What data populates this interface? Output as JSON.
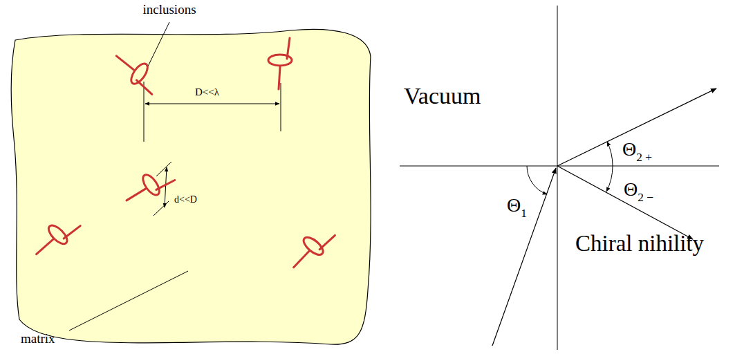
{
  "diagram": {
    "labels": [
      "inclusions",
      "D<<λ",
      "d<<D",
      "matrix",
      "Vacuum",
      "Chiral nihility",
      "Θ1",
      "Θ2 +",
      "Θ2 −"
    ]
  }
}
